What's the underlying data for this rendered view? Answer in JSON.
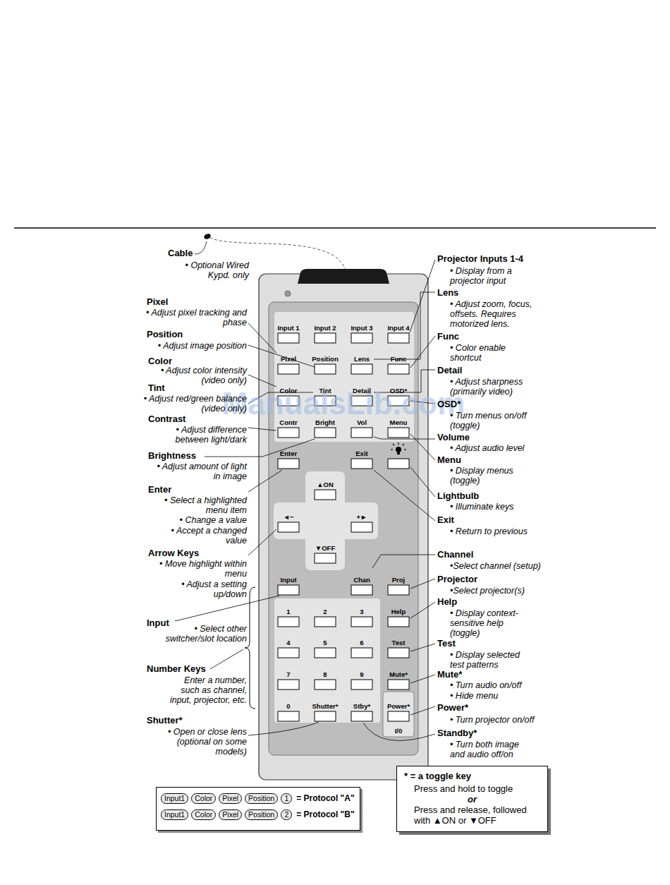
{
  "diagram": {
    "nodes": [
      {
        "text": [
          "* = a toggle key",
          "Press and hold to toggle",
          "or",
          "Press and release, followed with ▲ON or ▼OFF"
        ]
      },
      {
        "text": [
          "= Protocol \"A\"",
          "= Protocol \"B\""
        ]
      },
      {
        "text": [
          "Input1"
        ],
        "in": 1
      },
      {
        "text": [
          "Color"
        ],
        "in": 1
      },
      {
        "text": [
          "Pixel"
        ],
        "in": 1
      },
      {
        "text": [
          "Position"
        ],
        "in": 1
      },
      {
        "text": [
          "1"
        ],
        "in": 1
      },
      {
        "text": [
          "Input1"
        ],
        "in": 1
      },
      {
        "text": [
          "Color"
        ],
        "in": 1
      },
      {
        "text": [
          "Pixel"
        ],
        "in": 1
      },
      {
        "text": [
          "Position"
        ],
        "in": 1
      },
      {
        "text": [
          "2"
        ],
        "in": 1
      }
    ],
    "labels": [
      "Cable",
      "• Optional Wired Kypd. only",
      "Pixel",
      "• Adjust pixel tracking and phase",
      "Position",
      "• Adjust image position",
      "Color",
      "• Adjust color intensity (video only)",
      "Tint",
      "• Adjust red/green balance (video only)",
      "Contrast",
      "• Adjust difference between light/dark",
      "Brightness",
      "• Adjust amount of light in image",
      "Enter",
      "• Select a highlighted menu item",
      "• Change a value",
      "• Accept a changed value",
      "Arrow Keys",
      "• Move highlight within menu",
      "• Adjust a setting up/down",
      "Input",
      "• Select other switcher/slot location",
      "Number Keys",
      "Enter a number, such as channel, input, projector, etc.",
      "Shutter*",
      "• Open or close lens (optional on some models)",
      "Projector Inputs 1-4",
      "• Display from a projector input",
      "Lens",
      "• Adjust zoom, focus, offsets. Requires motorized lens.",
      "Func",
      "• Color enable shortcut",
      "Detail",
      "• Adjust sharpness (primarily video)",
      "OSD*",
      "• Turn menus on/off (toggle)",
      "Volume",
      "• Adjust audio level",
      "Menu",
      "• Display menus (toggle)",
      "Lightbulb",
      "• Illuminate keys",
      "Exit",
      "• Return to previous",
      "Channel",
      "•Select channel (setup)",
      "Projector",
      "•Select projector(s)",
      "Help",
      "• Display context-sensitive help (toggle)",
      "Test",
      "• Display selected test patterns",
      "Mute*",
      "• Turn audio on/off",
      "• Hide menu",
      "Power*",
      "• Turn projector on/off",
      "Standby*",
      "• Turn both image and audio off/on",
      "Input 1",
      "Input 2",
      "Input 3",
      "Input 4",
      "Pixel",
      "Position",
      "Lens",
      "Func",
      "Color",
      "Tint",
      "Detail",
      "OSD*",
      "Contr",
      "Bright",
      "Vol",
      "Menu",
      "Enter",
      "Exit",
      "▲ON",
      "◄−",
      "+►",
      "▼OFF",
      "Input",
      "Chan",
      "Proj",
      "1",
      "2",
      "3",
      "Help",
      "4",
      "5",
      "6",
      "Test",
      "7",
      "8",
      "9",
      "Mute*",
      "0",
      "Shutter*",
      "Stby*",
      "Power*",
      "I/0",
      "ManualsLib.com"
    ]
  }
}
